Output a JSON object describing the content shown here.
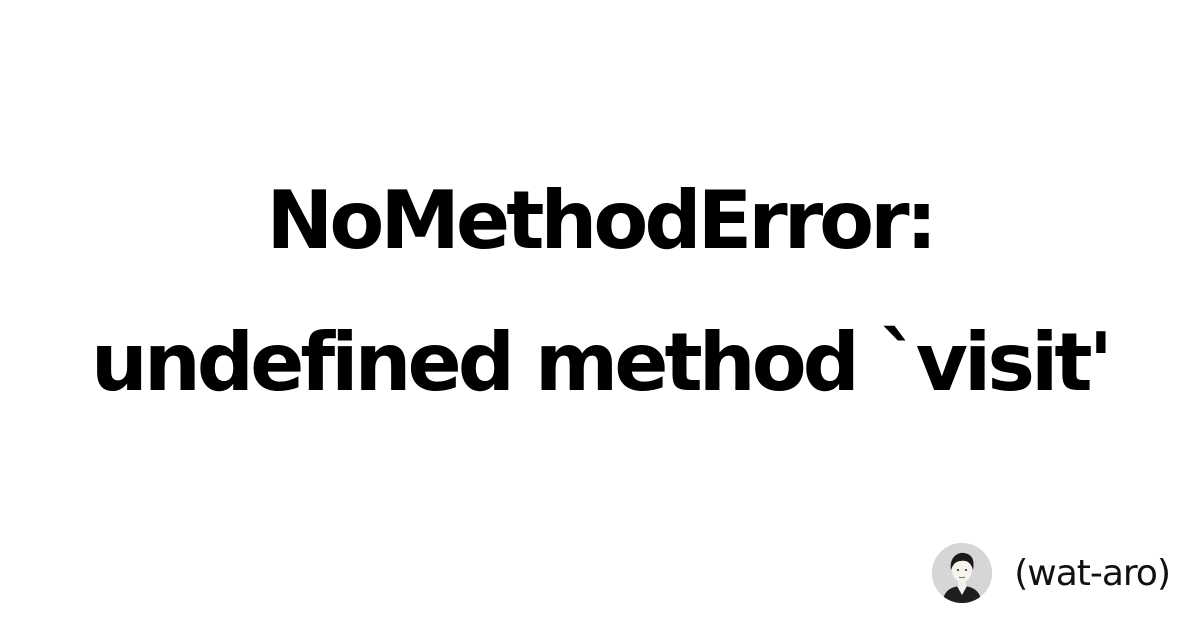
{
  "title": {
    "line1": "NoMethodError:",
    "line2": "undefined method `visit'"
  },
  "author": {
    "name": "(wat-aro)",
    "avatar_icon": "user-avatar-icon"
  },
  "colors": {
    "background": "#ffffff",
    "text": "#000000"
  }
}
